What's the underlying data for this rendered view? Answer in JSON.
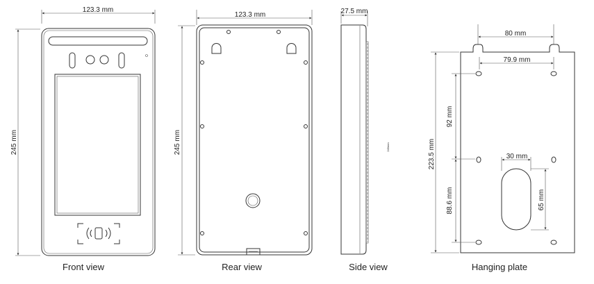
{
  "front": {
    "caption": "Front view",
    "width_label": "123.3 mm",
    "height_label": "245 mm"
  },
  "rear": {
    "caption": "Rear view",
    "width_label": "123.3 mm",
    "height_label": "245 mm"
  },
  "side": {
    "caption": "Side view",
    "depth_label": "27.5 mm",
    "tiny_label": "245mm"
  },
  "plate": {
    "caption": "Hanging plate",
    "hook_span_label": "80 mm",
    "hole_span_label": "79.9 mm",
    "height_label": "223.5 mm",
    "upper_gap_label": "92 mm",
    "lower_gap_label": "88.6 mm",
    "slot_width_label": "30 mm",
    "slot_height_label": "65 mm"
  }
}
